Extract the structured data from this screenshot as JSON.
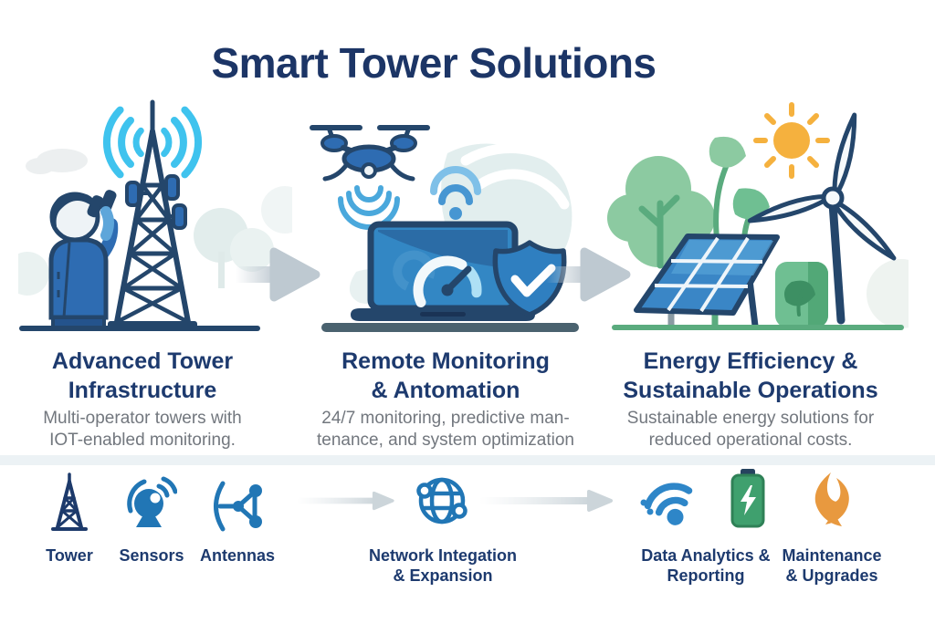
{
  "title": "Smart Tower Solutions",
  "colors": {
    "title_navy": "#1c3566",
    "heading_navy": "#1d3a6e",
    "body_gray": "#72777e",
    "outline_navy": "#24466b",
    "illustration_blue": "#2e6cb2",
    "accent_cyan": "#3fc3ee",
    "icon_blue": "#2176b5",
    "green": "#5aab7e",
    "leaf_green": "#8ccaa1",
    "battery_green": "#3fa06e",
    "sun_orange": "#f5b13e",
    "flame_orange": "#e8993f",
    "arrow_gray": "#bec9d1"
  },
  "sections": [
    {
      "heading_line1": "Advanced Tower",
      "heading_line2": "Infrastructure",
      "desc_line1": "Multi-operator towers with",
      "desc_line2": "IOT-enabled monitoring.",
      "illustration": "technician-with-binoculars-watching-cell-tower"
    },
    {
      "heading_line1": "Remote Monitoring",
      "heading_line2": "& Antomation",
      "desc_line1": "24/7 monitoring, predictive man-",
      "desc_line2": "tenance, and system optimization",
      "illustration": "drone-wifi-laptop-gauge-shield-check"
    },
    {
      "heading_line1": "Energy Efficiency &",
      "heading_line2": "Sustainable Operations",
      "desc_line1": "Sustainable energy solutions for",
      "desc_line2": "reduced operational costs.",
      "illustration": "solar-panel-wind-turbine-tree-sun-battery"
    }
  ],
  "pipeline": {
    "labels": [
      {
        "line1": "Tower",
        "line2": "",
        "icon": "tower-icon"
      },
      {
        "line1": "Sensors",
        "line2": "",
        "icon": "sensor-dish-icon"
      },
      {
        "line1": "Antennas",
        "line2": "",
        "icon": "antenna-array-icon"
      },
      {
        "line1": "Network Integation",
        "line2": "& Expansion",
        "icon": "globe-network-icon"
      },
      {
        "line1": "Data Analytics &",
        "line2": "Reporting",
        "icon": "wifi-signal-icon, battery-charge-icon"
      },
      {
        "line1": "Maintenance",
        "line2": "& Upgrades",
        "icon": "flame-icon"
      }
    ],
    "flow_icon": "arrow-right-icon"
  }
}
